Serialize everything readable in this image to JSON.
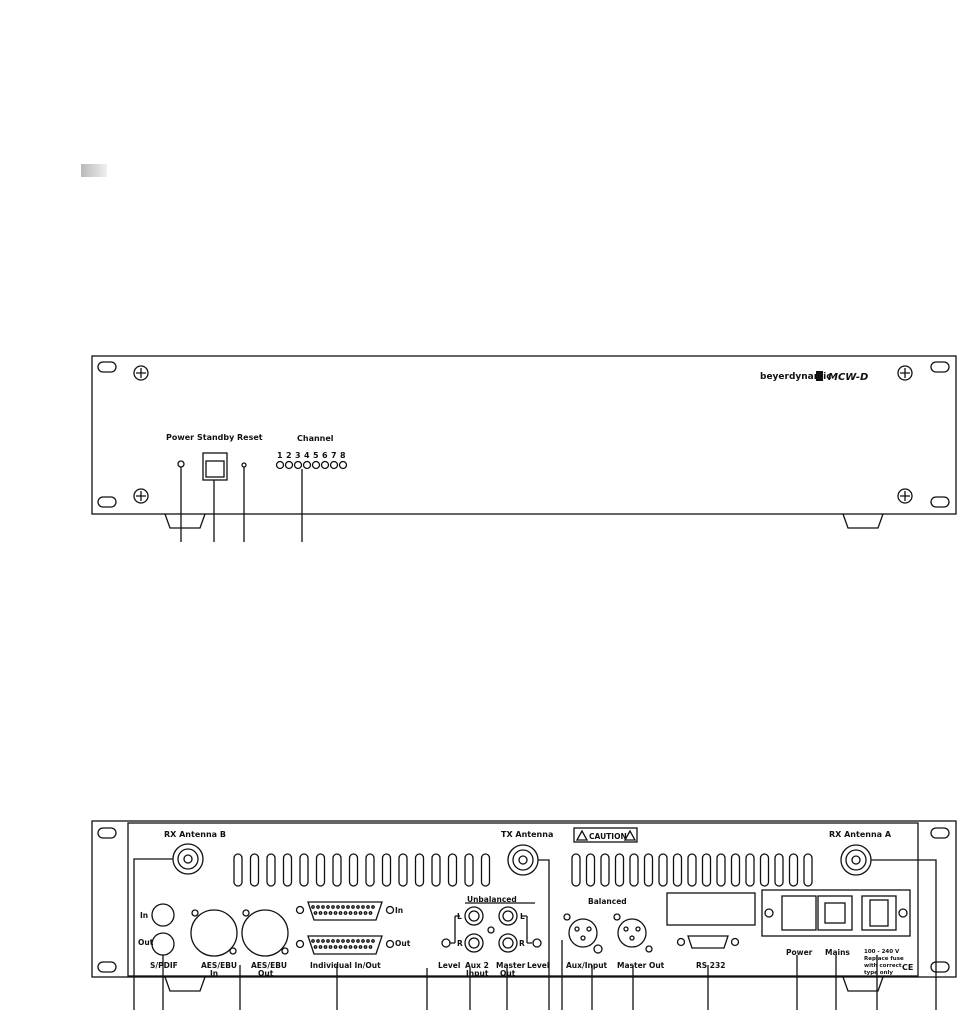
{
  "front_panel": {
    "brand": "beyerdynamic",
    "model_logo": "MCW-D",
    "power_label": "Power",
    "standby_label": "Standby",
    "reset_label": "Reset",
    "channel_label": "Channel",
    "channel_numbers": [
      "1",
      "2",
      "3",
      "4",
      "5",
      "6",
      "7",
      "8"
    ]
  },
  "rear_panel": {
    "rx_antenna_b": "RX Antenna B",
    "tx_antenna": "TX Antenna",
    "caution": "CAUTION",
    "rx_antenna_a": "RX Antenna A",
    "in": "In",
    "out": "Out",
    "spdif": "S/PDIF",
    "aes_ebu_in_1": "AES/EBU",
    "aes_ebu_in_2": "In",
    "aes_ebu_out_1": "AES/EBU",
    "aes_ebu_out_2": "Out",
    "individual_in": "In",
    "individual_out": "Out",
    "individual_in_out": "Individual In/Out",
    "unbalanced": "Unbalanced",
    "l": "L",
    "r": "R",
    "level": "Level",
    "aux2_1": "Aux 2",
    "aux2_2": "Input",
    "master_out_1": "Master",
    "master_out_2": "Out",
    "balanced": "Balanced",
    "aux_input": "Aux/Input",
    "master_out": "Master Out",
    "rs232": "RS 232",
    "power": "Power",
    "mains": "Mains",
    "fuse_1": "100 - 240 V",
    "fuse_2": "Replace fuse",
    "fuse_3": "with correct",
    "fuse_4": "type only",
    "ce": "CE"
  }
}
